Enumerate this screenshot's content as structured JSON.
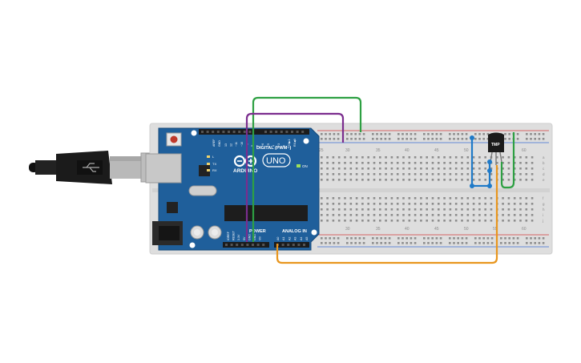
{
  "board": {
    "brand": "ARDUINO",
    "model": "UNO",
    "on_label": "ON",
    "l_label": "L",
    "tx_label": "TX",
    "rx_label": "RX",
    "digital_label": "DIGITAL (PWM~)",
    "power_label": "POWER",
    "analog_label": "ANALOG IN",
    "aref_label": "AREF",
    "gnd_label": "GND",
    "digital_pins": [
      "13",
      "12",
      "~11",
      "~10",
      "~9",
      "8",
      "7",
      "~6",
      "~5",
      "4",
      "~3",
      "2",
      "TX▶1",
      "RX◀0"
    ],
    "power_pins": [
      "IOREF",
      "RESET",
      "3.3V",
      "5V",
      "GND",
      "GND",
      "Vin"
    ],
    "analog_pins": [
      "A0",
      "A1",
      "A2",
      "A3",
      "A4",
      "A5"
    ]
  },
  "breadboard": {
    "column_numbers": [
      "25",
      "30",
      "35",
      "40",
      "45",
      "50",
      "55",
      "60"
    ],
    "row_letters_top": [
      "a",
      "b",
      "c",
      "d",
      "e"
    ],
    "row_letters_bottom": [
      "f",
      "g",
      "h",
      "i",
      "j"
    ]
  },
  "sensor": {
    "label": "TMP"
  },
  "wires": [
    {
      "name": "green-5v-wire",
      "color": "#2ea043"
    },
    {
      "name": "purple-gnd-wire",
      "color": "#7b2d8e"
    },
    {
      "name": "orange-a0-wire",
      "color": "#e8961e"
    },
    {
      "name": "blue-ground-wire",
      "color": "#1f7ac8"
    },
    {
      "name": "green-power-wire",
      "color": "#2ea043"
    }
  ],
  "colors": {
    "board_blue": "#1f5f9b",
    "breadboard": "#dedede",
    "rail_red": "#d23b3b",
    "rail_blue": "#3b6ed2"
  }
}
